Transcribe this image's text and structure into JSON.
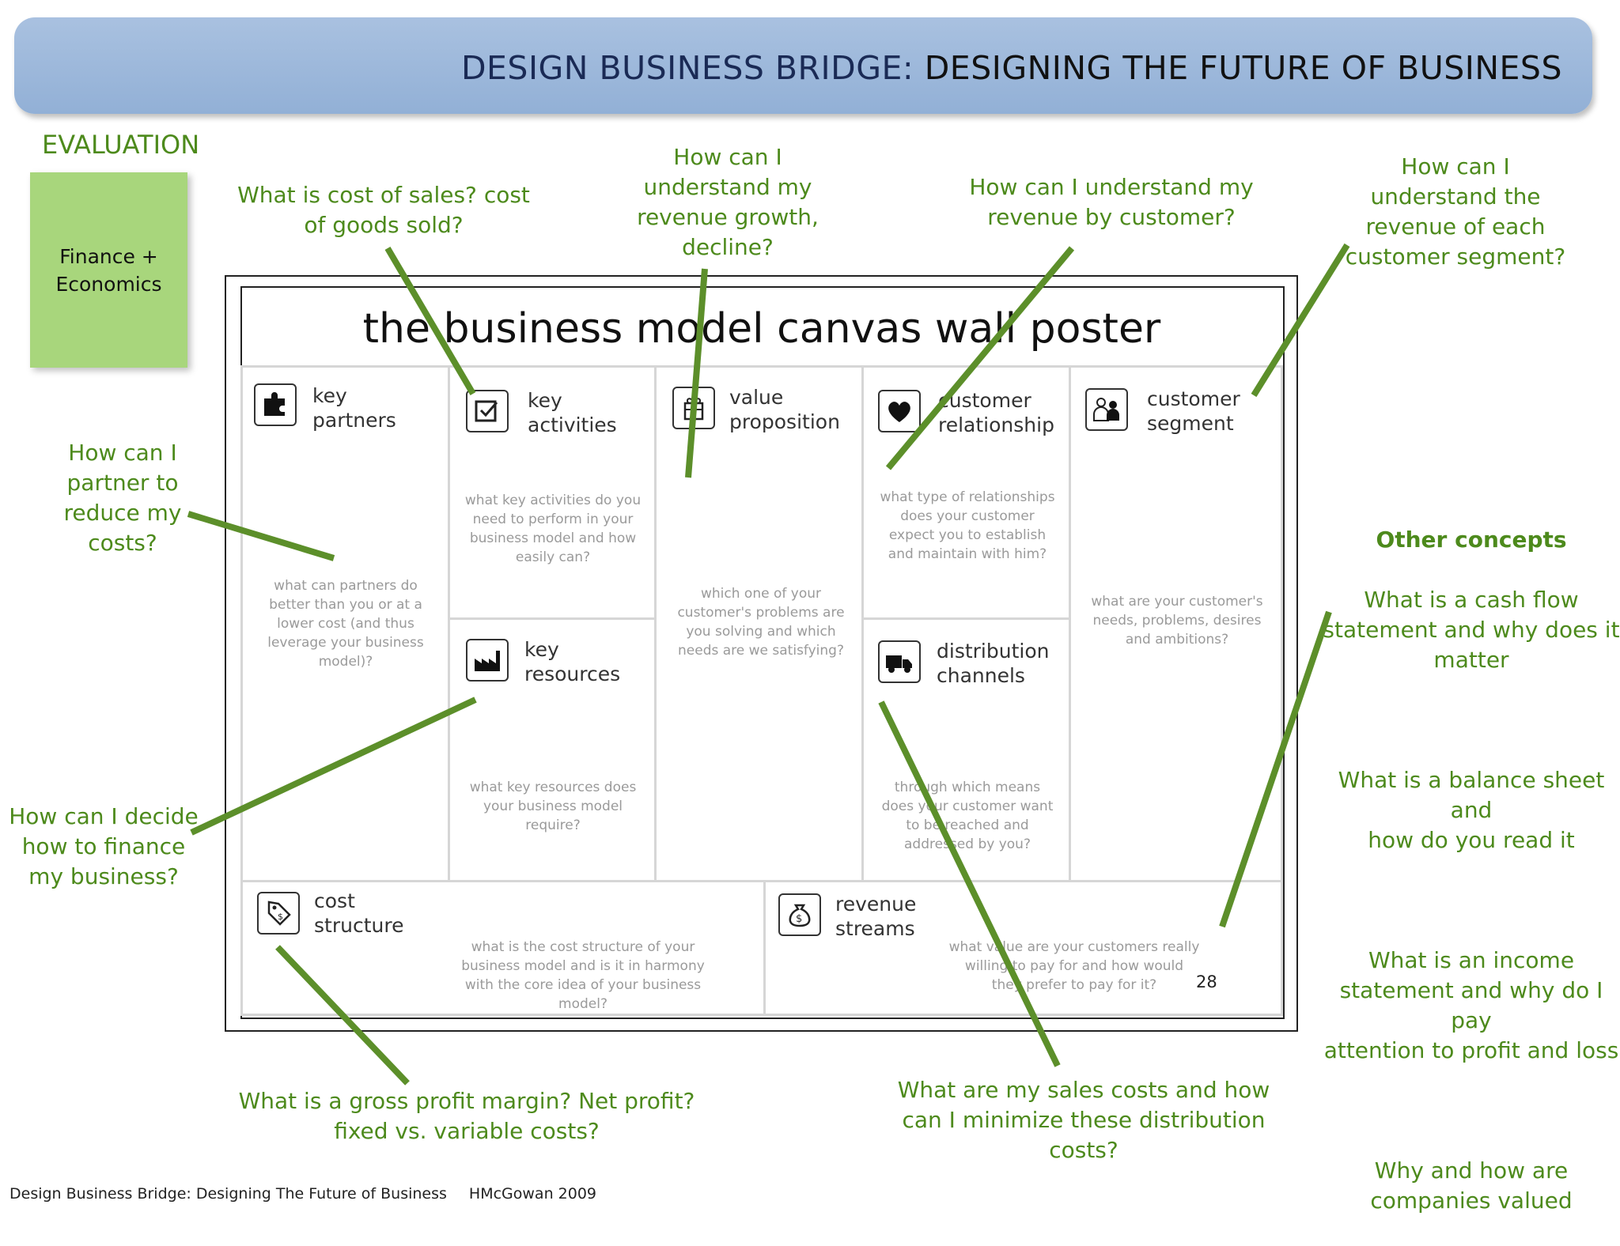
{
  "banner": {
    "title_blue": "DESIGN BUSINESS BRIDGE:",
    "title_dark": "DESIGNING THE FUTURE OF BUSINESS"
  },
  "evaluation": {
    "label": "EVALUATION",
    "box": "Finance +\nEconomics"
  },
  "poster": {
    "title": "the business model canvas wall poster",
    "page_number": "28",
    "cells": {
      "key_partners": {
        "title": "key\npartners",
        "question": "what can partners do\nbetter than you or at a\nlower cost (and thus\nleverage your business\nmodel)?",
        "icon": "puzzle-icon"
      },
      "key_activities": {
        "title": "key\nactivities",
        "question": "what key activities do you\nneed to perform in your\nbusiness model and how\neasily can?",
        "icon": "checkbox-icon"
      },
      "value_proposition": {
        "title": "value\nproposition",
        "question": "which one of your\ncustomer's problems are\nyou solving and which\nneeds are we satisfying?",
        "icon": "gift-icon"
      },
      "customer_relationship": {
        "title": "customer\nrelationship",
        "question": "what type of relationships\ndoes your customer\nexpect you to establish\nand maintain with him?",
        "icon": "heart-icon"
      },
      "customer_segment": {
        "title": "customer\nsegment",
        "question": "what are your customer's\nneeds, problems, desires\nand ambitions?",
        "icon": "people-icon"
      },
      "key_resources": {
        "title": "key\nresources",
        "question": "what key resources does\nyour business model\nrequire?",
        "icon": "factory-icon"
      },
      "distribution_channels": {
        "title": "distribution\nchannels",
        "question": "through which means\ndoes your customer want\nto be reached and\naddressed by you?",
        "icon": "truck-icon"
      },
      "cost_structure": {
        "title": "cost\nstructure",
        "question": "what is the cost structure of your\nbusiness model and is it in harmony\nwith the core idea of your business\nmodel?",
        "icon": "price-tag-icon"
      },
      "revenue_streams": {
        "title": "revenue\nstreams",
        "question": "what value are your customers really\nwilling to pay for and how would\nthey prefer to pay for it?",
        "icon": "money-bag-icon"
      }
    }
  },
  "questions": {
    "cost_of_sales": "What is cost of sales? cost\nof goods sold?",
    "revenue_growth": "How can I\nunderstand my\nrevenue growth,\ndecline?",
    "revenue_by_customer": "How can I understand my\nrevenue by customer?",
    "revenue_by_segment": "How can I\nunderstand the\nrevenue of each\ncustomer segment?",
    "partner_costs": "How can I\npartner to\nreduce my\ncosts?",
    "finance_business": "How can I decide\nhow to finance\nmy business?",
    "profit_margin": "What is a gross profit margin? Net profit?\nfixed vs. variable costs?",
    "sales_costs": "What are my sales costs and how\ncan I minimize these distribution\ncosts?"
  },
  "other_concepts": {
    "heading": "Other concepts",
    "items": [
      "What is a cash flow\nstatement and why does it\nmatter",
      "What is a balance sheet and\nhow do you read it",
      "What is an income\nstatement and why do I pay\nattention to profit and loss",
      "Why and how are\ncompanies valued"
    ]
  },
  "footer": {
    "text": "Design Business Bridge: Designing The Future of Business",
    "author": "HMcGowan 2009"
  },
  "colors": {
    "accent_green": "#4d8a1c",
    "line_green": "#5c8f2a",
    "box_green": "#a8d67c",
    "banner_blue": "#a9c1e0"
  }
}
